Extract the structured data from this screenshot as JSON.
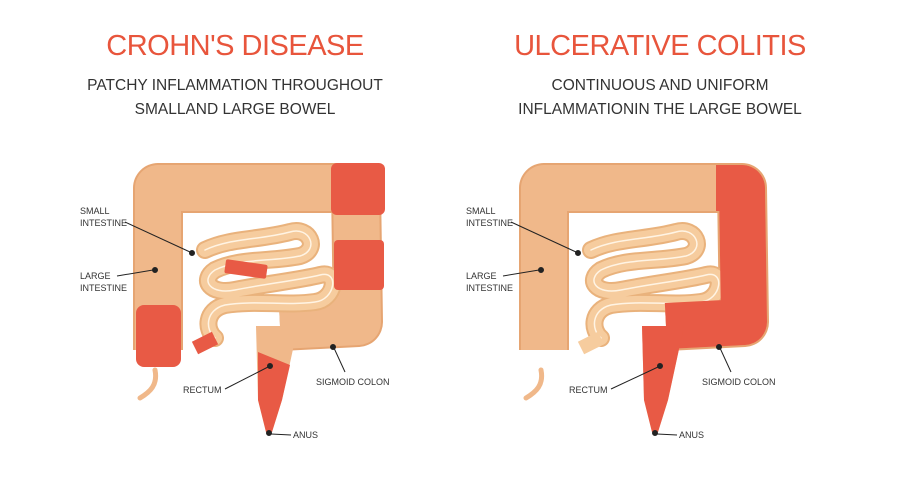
{
  "left": {
    "title": "CROHN'S DISEASE",
    "subtitle_line1": "PATCHY INFLAMMATION THROUGHOUT",
    "subtitle_line2": "SMALLAND LARGE BOWEL",
    "labels": {
      "small1": "SMALL",
      "small2": "INTESTINE",
      "large1": "LARGE",
      "large2": "INTESTINE",
      "rectum": "RECTUM",
      "sigmoid": "SIGMOID COLON",
      "anus": "ANUS"
    }
  },
  "right": {
    "title": "ULCERATIVE COLITIS",
    "subtitle_line1": "CONTINUOUS AND UNIFORM",
    "subtitle_line2": "INFLAMMATIONIN THE LARGE BOWEL",
    "labels": {
      "small1": "SMALL",
      "small2": "INTESTINE",
      "large1": "LARGE",
      "large2": "INTESTINE",
      "rectum": "RECTUM",
      "sigmoid": "SIGMOID COLON",
      "anus": "ANUS"
    }
  },
  "colors": {
    "title": "#e8553c",
    "healthy": "#f0b88a",
    "inflamed": "#e85a45",
    "small_intestine": "#f6cc9e"
  }
}
